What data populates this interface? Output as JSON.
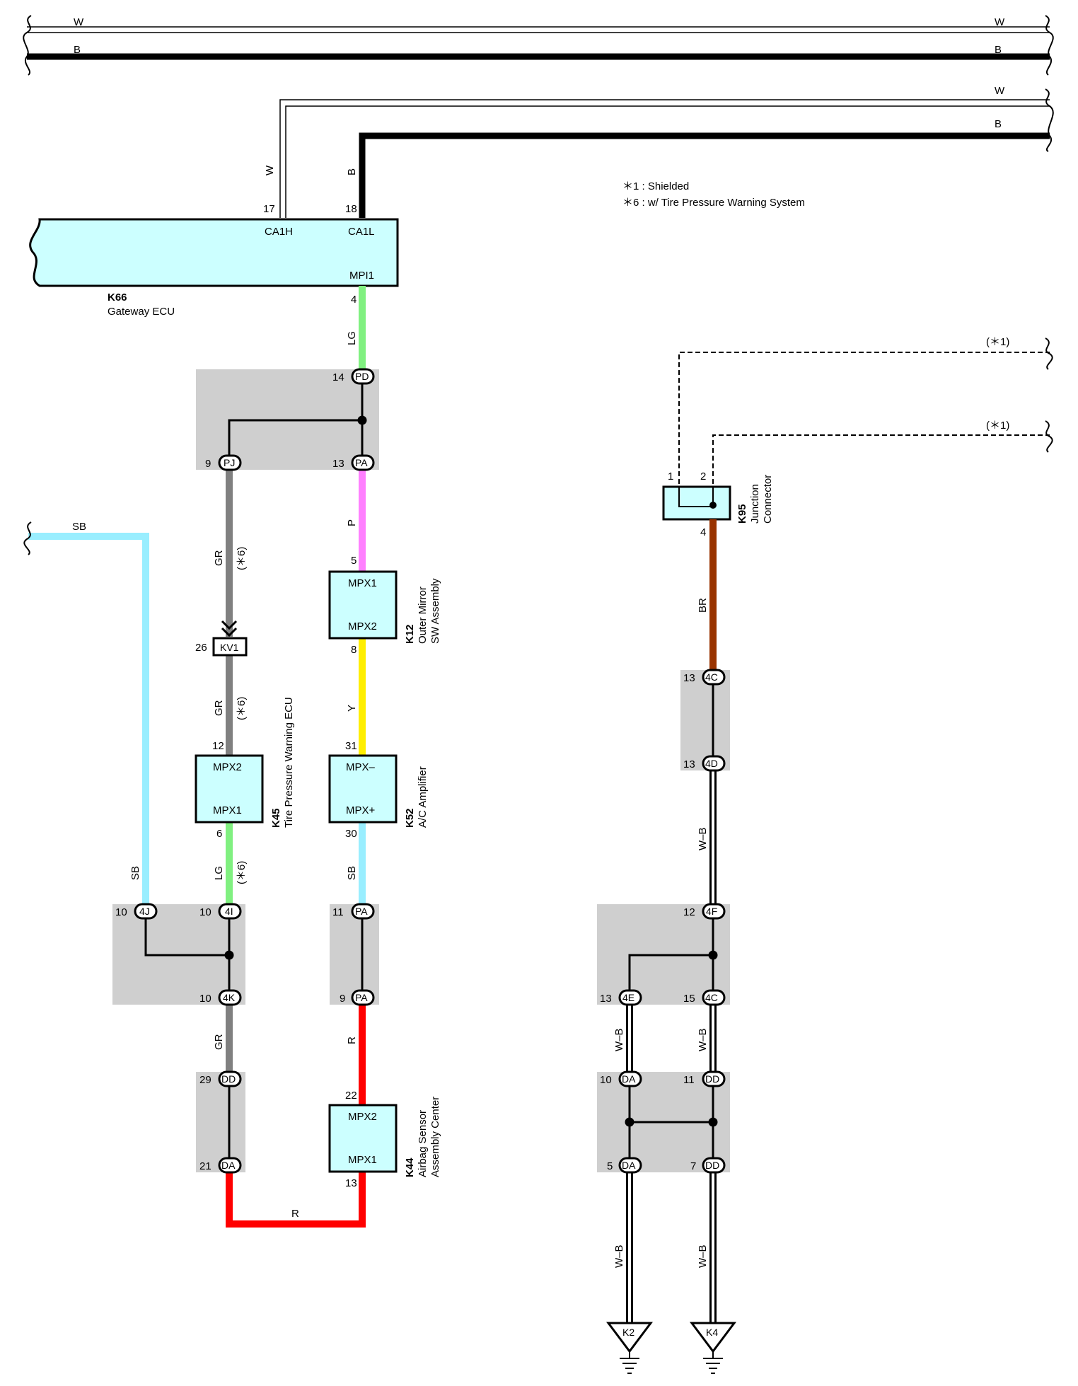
{
  "colors": {
    "W": "#ffffff",
    "B": "#000000",
    "LG": "#80f080",
    "P": "#ff80ff",
    "GR": "#808080",
    "Y": "#ffee00",
    "SB": "#99eeff",
    "R": "#ff0000",
    "BR": "#993300",
    "connector_fill": "#ccffff",
    "splice_shade": "#cfcfcf"
  },
  "top_bus": {
    "wire1": "W",
    "wire2": "B",
    "wire3": "W",
    "wire4": "B"
  },
  "notes": [
    "＊1 : Shielded",
    "＊6 : w/ Tire Pressure Warning System"
  ],
  "components": {
    "k66": {
      "code": "K66",
      "name": "Gateway ECU",
      "pins": {
        "ca1h": "CA1H",
        "ca1l": "CA1L",
        "mpi1": "MPI1"
      },
      "pin_numbers": {
        "ca1h": "17",
        "ca1l": "18",
        "mpi1": "4"
      }
    },
    "k12": {
      "code": "K12",
      "name1": "Outer Mirror",
      "name2": "SW Assembly",
      "pin_top": "MPX1",
      "pin_bottom": "MPX2",
      "num_top": "5",
      "num_bottom": "8"
    },
    "k45": {
      "code": "K45",
      "name": "Tire Pressure Warning ECU",
      "pin_top": "MPX2",
      "pin_bottom": "MPX1",
      "num_top": "12",
      "num_bottom": "6"
    },
    "k52": {
      "code": "K52",
      "name": "A/C Amplifier",
      "pin_top": "MPX–",
      "pin_bottom": "MPX+",
      "num_top": "31",
      "num_bottom": "30"
    },
    "k44": {
      "code": "K44",
      "name1": "Airbag Sensor",
      "name2": "Assembly Center",
      "pin_top": "MPX2",
      "pin_bottom": "MPX1",
      "num_top": "22",
      "num_bottom": "13"
    },
    "k95": {
      "code": "K95",
      "name1": "Junction",
      "name2": "Connector",
      "pin1": "1",
      "pin2": "2",
      "pin4": "4"
    },
    "kv1": {
      "code": "KV1",
      "pin": "26"
    }
  },
  "junctions": {
    "pd": {
      "code": "PD",
      "pin": "14"
    },
    "pj": {
      "code": "PJ",
      "pin": "9"
    },
    "pa1": {
      "code": "PA",
      "pin": "13"
    },
    "pa2": {
      "code": "PA",
      "pin": "11"
    },
    "pa3": {
      "code": "PA",
      "pin": "9"
    },
    "j4j": {
      "code": "4J",
      "pin": "10"
    },
    "j4i": {
      "code": "4I",
      "pin": "10"
    },
    "j4k": {
      "code": "4K",
      "pin": "10"
    },
    "dd1": {
      "code": "DD",
      "pin": "29"
    },
    "da1": {
      "code": "DA",
      "pin": "21"
    },
    "c4c1": {
      "code": "4C",
      "pin": "13"
    },
    "c4d": {
      "code": "4D",
      "pin": "13"
    },
    "c4f": {
      "code": "4F",
      "pin": "12"
    },
    "c4e": {
      "code": "4E",
      "pin": "13"
    },
    "c4c2": {
      "code": "4C",
      "pin": "15"
    },
    "da2": {
      "code": "DA",
      "pin": "10"
    },
    "dd2": {
      "code": "DD",
      "pin": "11"
    },
    "da3": {
      "code": "DA",
      "pin": "5"
    },
    "dd3": {
      "code": "DD",
      "pin": "7"
    }
  },
  "wire_labels": {
    "w": "W",
    "b": "B",
    "lg": "LG",
    "p": "P",
    "gr": "GR",
    "y": "Y",
    "sb": "SB",
    "r": "R",
    "br": "BR",
    "wb": "W–B",
    "opt6": "(＊6)",
    "shield": "(＊1)"
  },
  "grounds": {
    "g1": "K2",
    "g2": "K4"
  }
}
